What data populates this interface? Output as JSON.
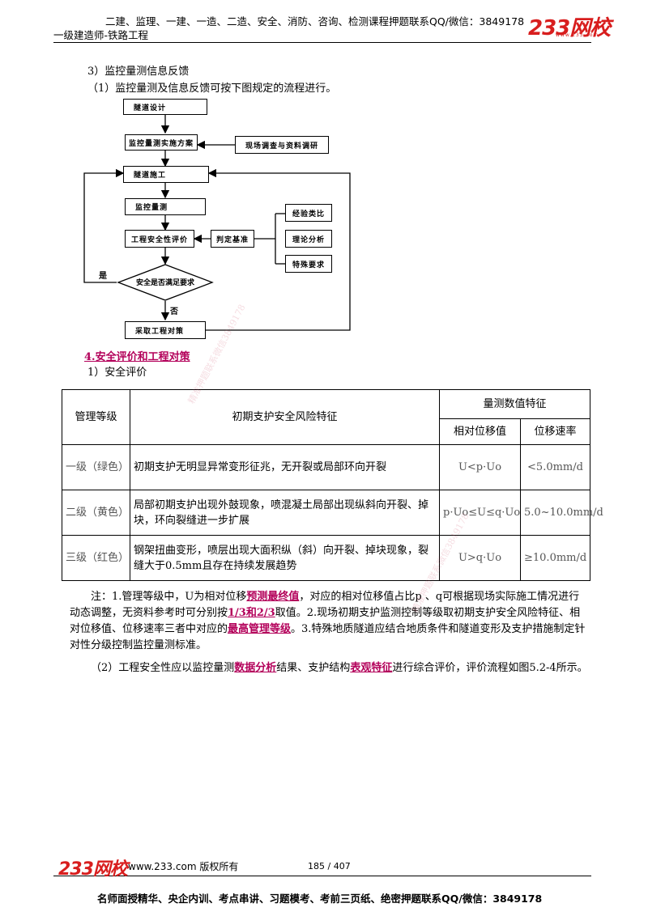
{
  "header": {
    "top_line": "二建、监理、一建、一造、二造、安全、消防、咨询、检测课程押题联系QQ/微信：3849178",
    "subtitle": "一级建造师-铁路工程",
    "logo": "233网校",
    "logo_url": "www.233.com"
  },
  "section3": {
    "title": "3）监控量测信息反馈",
    "para1": "（1）监控量测及信息反馈可按下图规定的流程进行。"
  },
  "flowchart": {
    "tunnel_design": "隧道设计",
    "monitoring_plan": "监控量测实施方案",
    "site_survey": "现场调查与资料调研",
    "tunnel_construction": "隧道施工",
    "monitoring": "监控量测",
    "safety_eval": "工程安全性评价",
    "criteria": "判定基准",
    "experience": "经验类比",
    "theory": "理论分析",
    "special": "特殊要求",
    "decision": "安全是否满足要求",
    "yes": "是",
    "no": "否",
    "measures": "采取工程对策"
  },
  "section4": {
    "heading": "4.安全评价和工程对策",
    "sub": "1）安全评价"
  },
  "table": {
    "h_level": "管理等级",
    "h_feature": "初期支护安全风险特征",
    "h_measure": "量测数值特征",
    "h_rel": "相对位移值",
    "h_rate": "位移速率",
    "rows": [
      {
        "level": "一级（绿色）",
        "feature": "初期支护无明显异常变形征兆，无开裂或局部环向开裂",
        "rel": "U<p·Uo",
        "rate": "<5.0mm/d"
      },
      {
        "level": "二级（黄色）",
        "feature": "局部初期支护出现外鼓现象，喷混凝土局部出现纵斜向开裂、掉块，环向裂缝进一步扩展",
        "rel": "p·Uo≤U≤q·Uo",
        "rate": "5.0~10.0mm/d"
      },
      {
        "level": "三级（红色）",
        "feature": "钢架扭曲变形，喷层出现大面积纵（斜）向开裂、掉块现象，裂缝大于0.5mm且存在持续发展趋势",
        "rel": "U>q·Uo",
        "rate": "≥10.0mm/d"
      }
    ]
  },
  "note": {
    "p1": "注：1.管理等级中，U为相对位移",
    "k1": "预测最终值",
    "p2": "，对应的相对位移值占比p 、q可根据现场实际施工情况进行动态调整，无资料参考时可分别按",
    "k2": "1/3和2/3",
    "p3": "取值。2.现场初期支护监测控制等级取初期支护安全风险特征、相对位移值、位移速率三者中对应的",
    "k3": "最高管理等级",
    "p4": "。3.特殊地质隧道应结合地质条件和隧道变形及支护措施制定针对性分级控制监控量测标准。"
  },
  "para2": {
    "p1": "（2）工程安全性应以监控量测",
    "k1": "数据分析",
    "p2": "结果、支护结构",
    "k2": "表观特征",
    "p3": "进行综合评价，评价流程如图5.2-4所示。"
  },
  "watermark": "精准押题联系微信3849178",
  "footer": {
    "logo": "233网校",
    "url": "www.233.com 版权所有",
    "page": "185 / 407",
    "bottom": "名师面授精华、央企内训、考点串讲、习题模考、考前三页纸、绝密押题联系QQ/微信：3849178"
  },
  "colors": {
    "brand_red": "#d81e1e",
    "keyword": "#b3005a"
  }
}
